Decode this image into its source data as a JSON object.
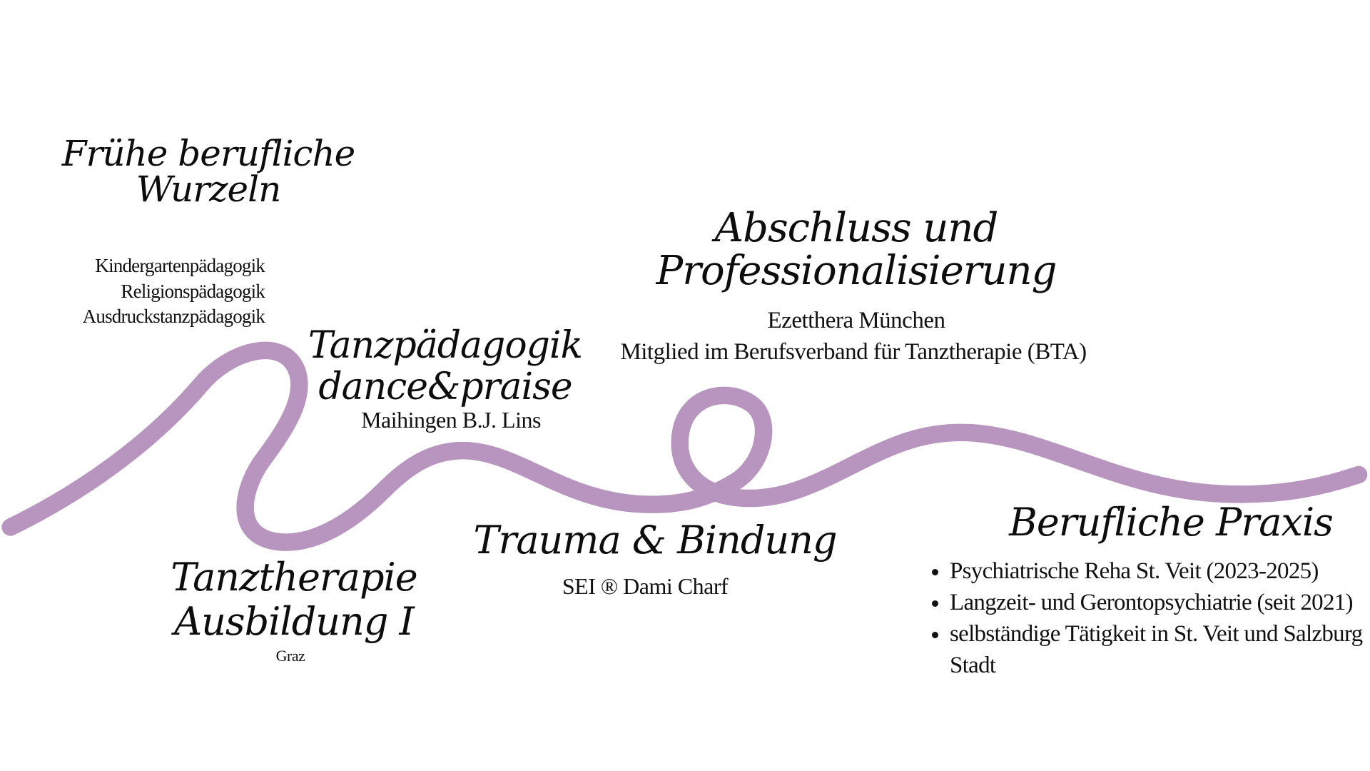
{
  "accent_color": "#b795bf",
  "sections": {
    "roots": {
      "title": [
        "Frühe berufliche",
        "Wurzeln"
      ],
      "items": [
        "Kindergartenpädagogik",
        "Religionspädagogik",
        "Ausdruckstanzpädagogik"
      ]
    },
    "training": {
      "title": [
        "Tanztherapie",
        "Ausbildung I"
      ],
      "detail": "Graz"
    },
    "dance_pedagogy": {
      "title": [
        "Tanzpädagogik",
        "dance&praise"
      ],
      "detail": "Maihingen B.J. Lins"
    },
    "trauma": {
      "title": "Trauma & Bindung",
      "detail": "SEI ® Dami Charf"
    },
    "graduation": {
      "title": [
        "Abschluss und",
        "Professionalisierung"
      ],
      "details": [
        "Ezetthera München",
        "Mitglied im Berufsverband für Tanztherapie (BTA)"
      ]
    },
    "practice": {
      "title": "Berufliche Praxis",
      "items": [
        "Psychiatrische Reha St. Veit (2023-2025)",
        "Langzeit- und Gerontopsychiatrie (seit 2021)",
        "selbständige Tätigkeit in St. Veit und Salzburg Stadt"
      ]
    }
  }
}
